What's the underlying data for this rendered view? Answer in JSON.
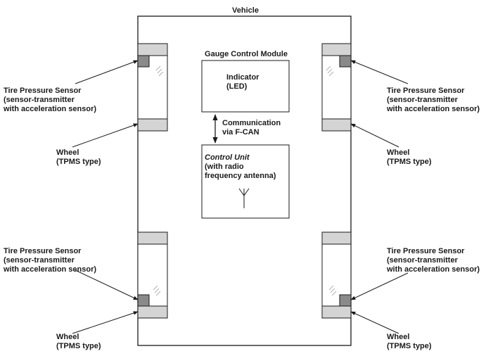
{
  "vehicle": {
    "label": "Vehicle"
  },
  "gauge_module": {
    "title": "Gauge Control Module",
    "indicator_line1": "Indicator",
    "indicator_line2": "(LED)"
  },
  "communication": {
    "line1": "Communication",
    "line2": "via F-CAN"
  },
  "control_unit": {
    "line1": "Control Unit",
    "line2": "(with radio",
    "line3": "frequency antenna)"
  },
  "sensor_label": {
    "line1": "Tire Pressure Sensor",
    "line2": "(sensor-transmitter",
    "line3": "with acceleration sensor)"
  },
  "wheel_label": {
    "line1": "Wheel",
    "line2": "(TPMS type)"
  },
  "colors": {
    "line": "#1a1a1a",
    "band": "#d4d4d4",
    "sensor": "#8a8a8a"
  }
}
